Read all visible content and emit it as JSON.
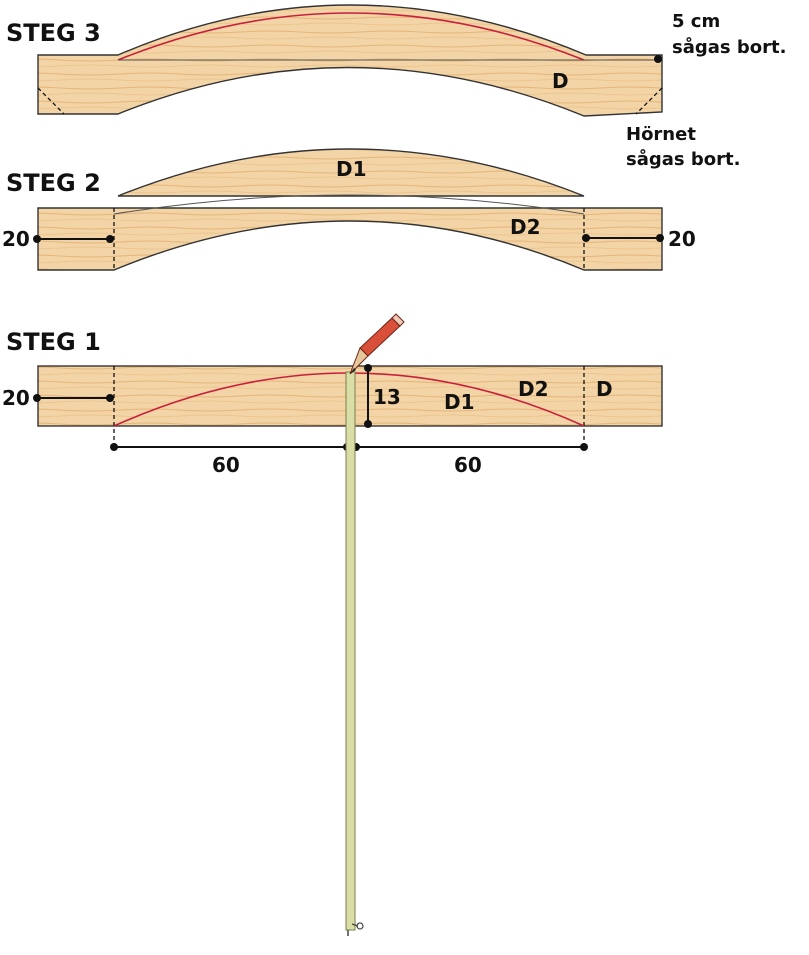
{
  "steps": {
    "step3": {
      "title": "STEG 3",
      "part_label": "D",
      "note_cut_line1": "5 cm",
      "note_cut_line2": "sågas bort.",
      "note_corner_line1": "Hörnet",
      "note_corner_line2": "sågas bort."
    },
    "step2": {
      "title": "STEG 2",
      "part_d1": "D1",
      "part_d2": "D2",
      "dim_left": "20",
      "dim_right": "20"
    },
    "step1": {
      "title": "STEG 1",
      "dim_left": "20",
      "dim_height": "13",
      "dim_left_span": "60",
      "dim_right_span": "60",
      "part_d1": "D1",
      "part_d2": "D2",
      "part_d": "D"
    }
  },
  "colors": {
    "wood": "#f2d4a6",
    "wood_grain": "#e3ad6b",
    "cut_line": "#c8203c",
    "pencil_body": "#d9503a",
    "stick": "#d9dea6"
  }
}
